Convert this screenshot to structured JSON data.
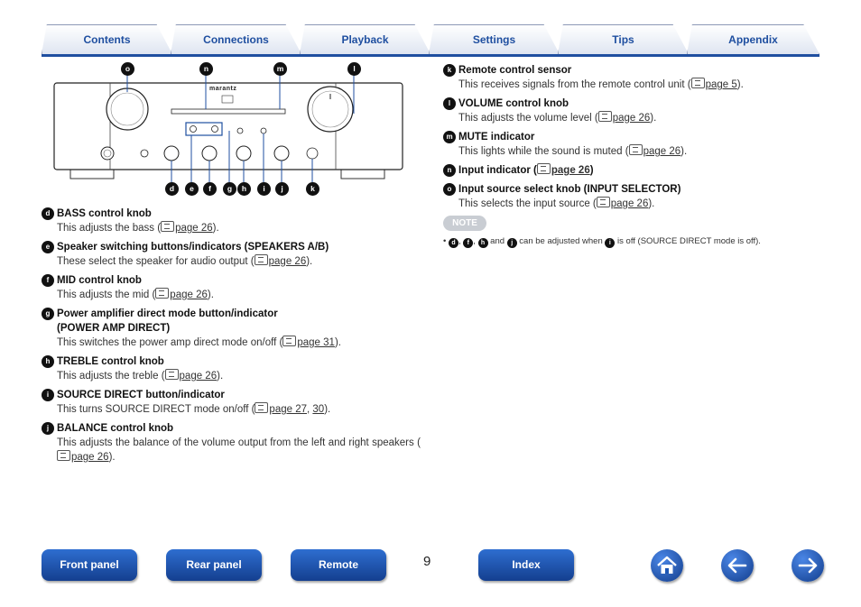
{
  "tabs": [
    {
      "label": "Contents"
    },
    {
      "label": "Connections"
    },
    {
      "label": "Playback"
    },
    {
      "label": "Settings"
    },
    {
      "label": "Tips"
    },
    {
      "label": "Appendix"
    }
  ],
  "diagram": {
    "brand": "marantz",
    "callouts_top": [
      "o",
      "n",
      "m",
      "l"
    ],
    "callouts_bottom": [
      "d",
      "e",
      "f",
      "g",
      "h",
      "i",
      "j",
      "k"
    ]
  },
  "left_items": [
    {
      "num": "d",
      "title": "BASS control knob",
      "desc": "This adjusts the bass (",
      "links": [
        "page 26"
      ],
      "tail": ")."
    },
    {
      "num": "e",
      "title": "Speaker switching buttons/indicators (SPEAKERS A/B)",
      "desc": "These select the speaker for audio output (",
      "links": [
        "page 26"
      ],
      "tail": ")."
    },
    {
      "num": "f",
      "title": "MID control knob",
      "desc": "This adjusts the mid (",
      "links": [
        "page 26"
      ],
      "tail": ")."
    },
    {
      "num": "g",
      "title": "Power amplifier direct mode button/indicator",
      "title2": "(POWER AMP DIRECT)",
      "desc": "This switches the power amp direct mode on/off (",
      "links": [
        "page 31"
      ],
      "tail": ")."
    },
    {
      "num": "h",
      "title": "TREBLE control knob",
      "desc": "This adjusts the treble (",
      "links": [
        "page 26"
      ],
      "tail": ")."
    },
    {
      "num": "i",
      "title": "SOURCE DIRECT button/indicator",
      "desc": "This turns SOURCE DIRECT mode on/off (",
      "links": [
        "page 27",
        "30"
      ],
      "tail": ")."
    },
    {
      "num": "j",
      "title": "BALANCE control knob",
      "desc": "This adjusts the balance of the volume output from the left and right speakers (",
      "links": [
        "page 26"
      ],
      "tail": ")."
    }
  ],
  "right_items": [
    {
      "num": "k",
      "title": "Remote control sensor",
      "desc": "This receives signals from the remote control unit (",
      "links": [
        "page 5"
      ],
      "tail": ")."
    },
    {
      "num": "l",
      "title": "VOLUME control knob",
      "desc": "This adjusts the volume level (",
      "links": [
        "page 26"
      ],
      "tail": ")."
    },
    {
      "num": "m",
      "title": "MUTE indicator",
      "desc": "This lights while the sound is muted (",
      "links": [
        "page 26"
      ],
      "tail": ")."
    },
    {
      "num": "n",
      "title": "Input indicator (",
      "title_link": "page 26",
      "title_tail": ")",
      "desc": "",
      "links": [],
      "tail": ""
    },
    {
      "num": "o",
      "title": "Input source select knob (INPUT SELECTOR)",
      "desc": "This selects the input source (",
      "links": [
        "page 26"
      ],
      "tail": ")."
    }
  ],
  "note": {
    "label": "NOTE",
    "bullet": "•",
    "refs": [
      "d",
      "f",
      "h",
      "j",
      "i"
    ],
    "sep1": ", ",
    "sep2": ", ",
    "and": " and ",
    "mid": " can be adjusted when ",
    "end": " is off (SOURCE DIRECT mode is off)."
  },
  "bottom_nav": [
    {
      "label": "Front panel"
    },
    {
      "label": "Rear panel"
    },
    {
      "label": "Remote"
    },
    {
      "label": "Index"
    }
  ],
  "page_number": "9",
  "icons": {
    "home": "home-icon",
    "back": "arrow-left-icon",
    "forward": "arrow-right-icon"
  },
  "colors": {
    "accent": "#1f4fa0",
    "button": "#1d56b4"
  }
}
